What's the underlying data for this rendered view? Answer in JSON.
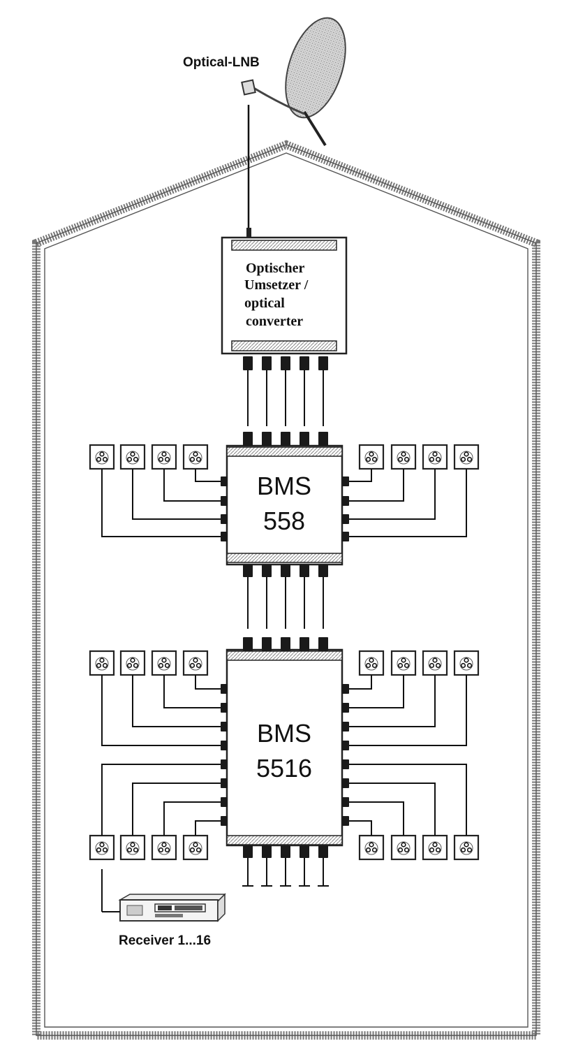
{
  "labels": {
    "lnb": "Optical-LNB",
    "converter_lines": [
      "Optischer",
      "Umsetzer /",
      "optical",
      "converter"
    ],
    "switch1_lines": [
      "BMS",
      "558"
    ],
    "switch2_lines": [
      "BMS",
      "5516"
    ],
    "receiver": "Receiver 1...16"
  },
  "icons": {
    "dish": "satellite-dish-icon",
    "socket": "antenna-socket-icon",
    "terminator": "terminator-icon",
    "receiver": "receiver-device-icon"
  }
}
